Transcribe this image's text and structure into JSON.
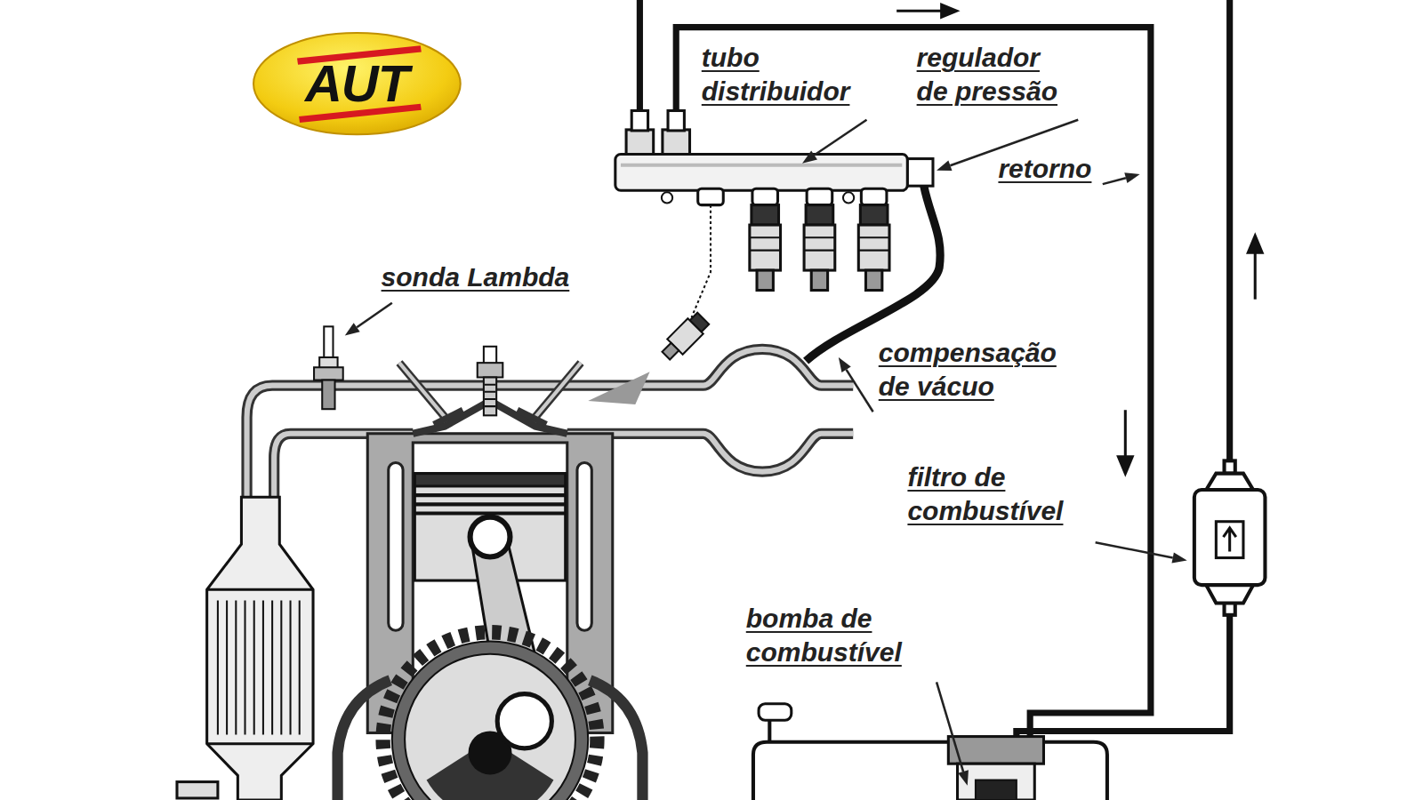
{
  "diagram": {
    "nodes": [
      {
        "text": [
          "AUT"
        ]
      }
    ],
    "labels": [
      "tubo distribuidor",
      "regulador de pressão",
      "retorno",
      "sonda Lambda",
      "compensação de vácuo",
      "filtro de combustível",
      "bomba de combustível"
    ]
  }
}
